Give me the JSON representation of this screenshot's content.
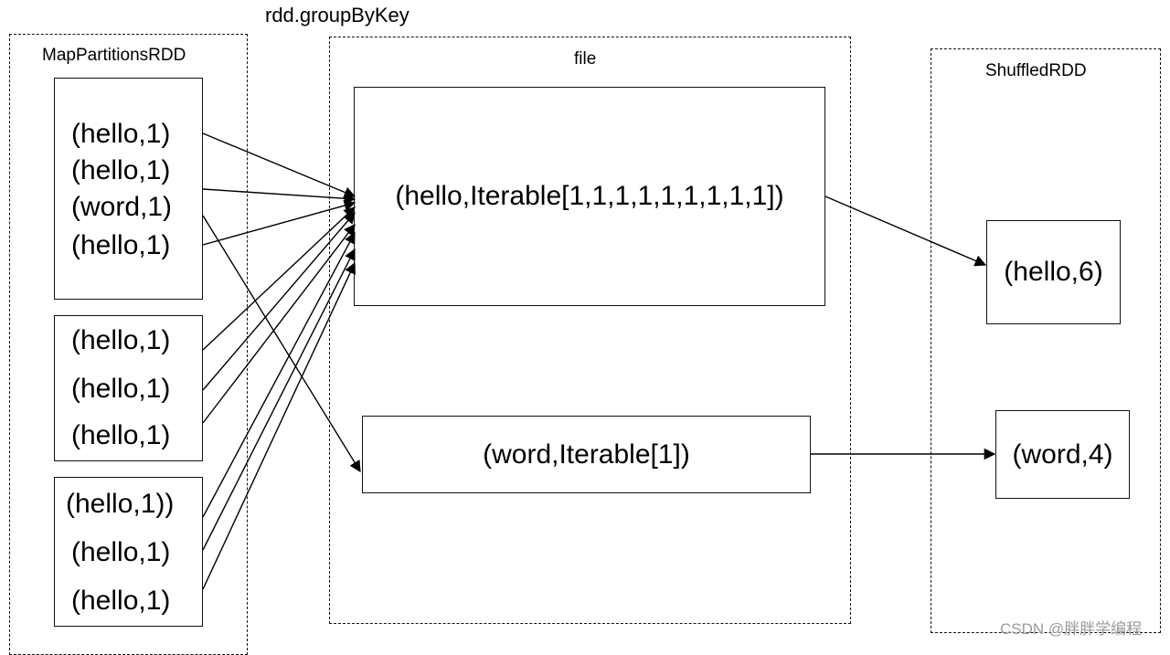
{
  "diagram": {
    "title": "rdd.groupByKey",
    "watermark": "CSDN @胖胖学编程",
    "left_panel": {
      "label": "MapPartitionsRDD",
      "partition_1": [
        "(hello,1)",
        "(hello,1)",
        "(word,1)",
        "(hello,1)"
      ],
      "partition_2": [
        "(hello,1)",
        "(hello,1)",
        "(hello,1)"
      ],
      "partition_3": [
        "(hello,1))",
        "(hello,1)",
        "(hello,1)"
      ]
    },
    "middle_panel": {
      "label": "file",
      "group_hello": "(hello,Iterable[1,1,1,1,1,1,1,1,1])",
      "group_word": "(word,Iterable[1])"
    },
    "right_panel": {
      "label": "ShuffledRDD",
      "result_hello": "(hello,6)",
      "result_word": "(word,4)"
    }
  }
}
